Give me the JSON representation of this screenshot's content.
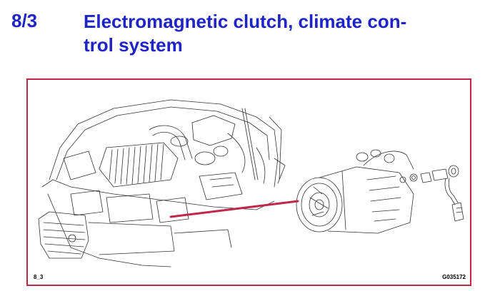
{
  "header": {
    "section_number": "8/3",
    "title_line1": "Electromagnetic clutch, climate con-",
    "title_line2": "trol system"
  },
  "figure": {
    "ref_left": "8_3",
    "ref_right": "G035172",
    "pointer_color": "#c0264a",
    "frame_color": "#c0264a"
  }
}
